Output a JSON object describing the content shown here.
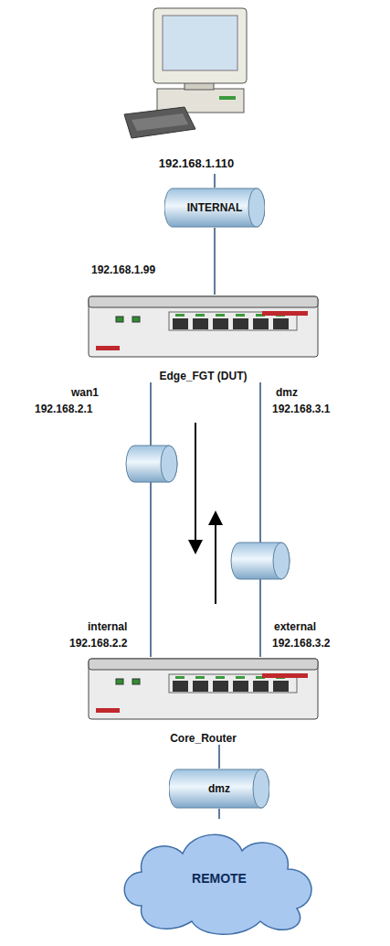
{
  "diagram": {
    "nodes": [
      {
        "text": [
          "192.168.1.110"
        ]
      },
      {
        "text": [
          "INTERNAL"
        ]
      },
      {
        "text": [
          "Edge_FGT (DUT)"
        ]
      },
      {
        "text": [
          "Core_Router"
        ]
      },
      {
        "text": [
          "dmz"
        ]
      },
      {
        "text": [
          "REMOTE"
        ]
      }
    ],
    "edges": [
      {
        "from": 0,
        "to": 1,
        "arrow": "none"
      },
      {
        "from": 1,
        "to": 2,
        "arrow": "none"
      },
      {
        "from": 2,
        "to": 3,
        "arrow": "none"
      },
      {
        "from": 2,
        "to": 3,
        "arrow": "none"
      },
      {
        "from": 3,
        "to": 4,
        "arrow": "none"
      },
      {
        "from": 4,
        "to": 5,
        "arrow": "none"
      }
    ],
    "labels": [
      "192.168.1.99",
      "wan1",
      "192.168.2.1",
      "dmz",
      "192.168.3.1",
      "internal",
      "192.168.2.2",
      "external",
      "192.168.3.2"
    ]
  }
}
